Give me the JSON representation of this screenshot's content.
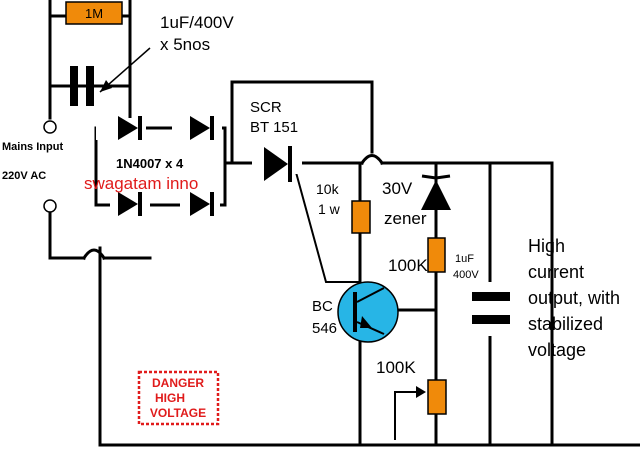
{
  "labels": {
    "res_1m": "1M",
    "cap_top_a": "1uF/400V",
    "cap_top_b": "x 5nos",
    "mains_a": "Mains Input",
    "mains_b": "220V AC",
    "bridge": "1N4007 x 4",
    "watermark": "swagatam inno",
    "scr_a": "SCR",
    "scr_b": "BT 151",
    "res10k_a": "10k",
    "res10k_b": "1 w",
    "zener_a": "30V",
    "zener_b": "zener",
    "res100k_top": "100K",
    "cap_small_a": "1uF",
    "cap_small_b": "400V",
    "out_1": "High",
    "out_2": "current",
    "out_3": "output, with",
    "out_4": "stabilized",
    "out_5": "voltage",
    "bc_a": "BC",
    "bc_b": "546",
    "pot": "100K",
    "danger_1": "DANGER",
    "danger_2": "HIGH",
    "danger_3": "VOLTAGE"
  },
  "colors": {
    "resistor_fill": "#f08a0a",
    "transistor_fill": "#27b5e6",
    "danger_red": "#e01b1b",
    "wire": "#000000"
  }
}
